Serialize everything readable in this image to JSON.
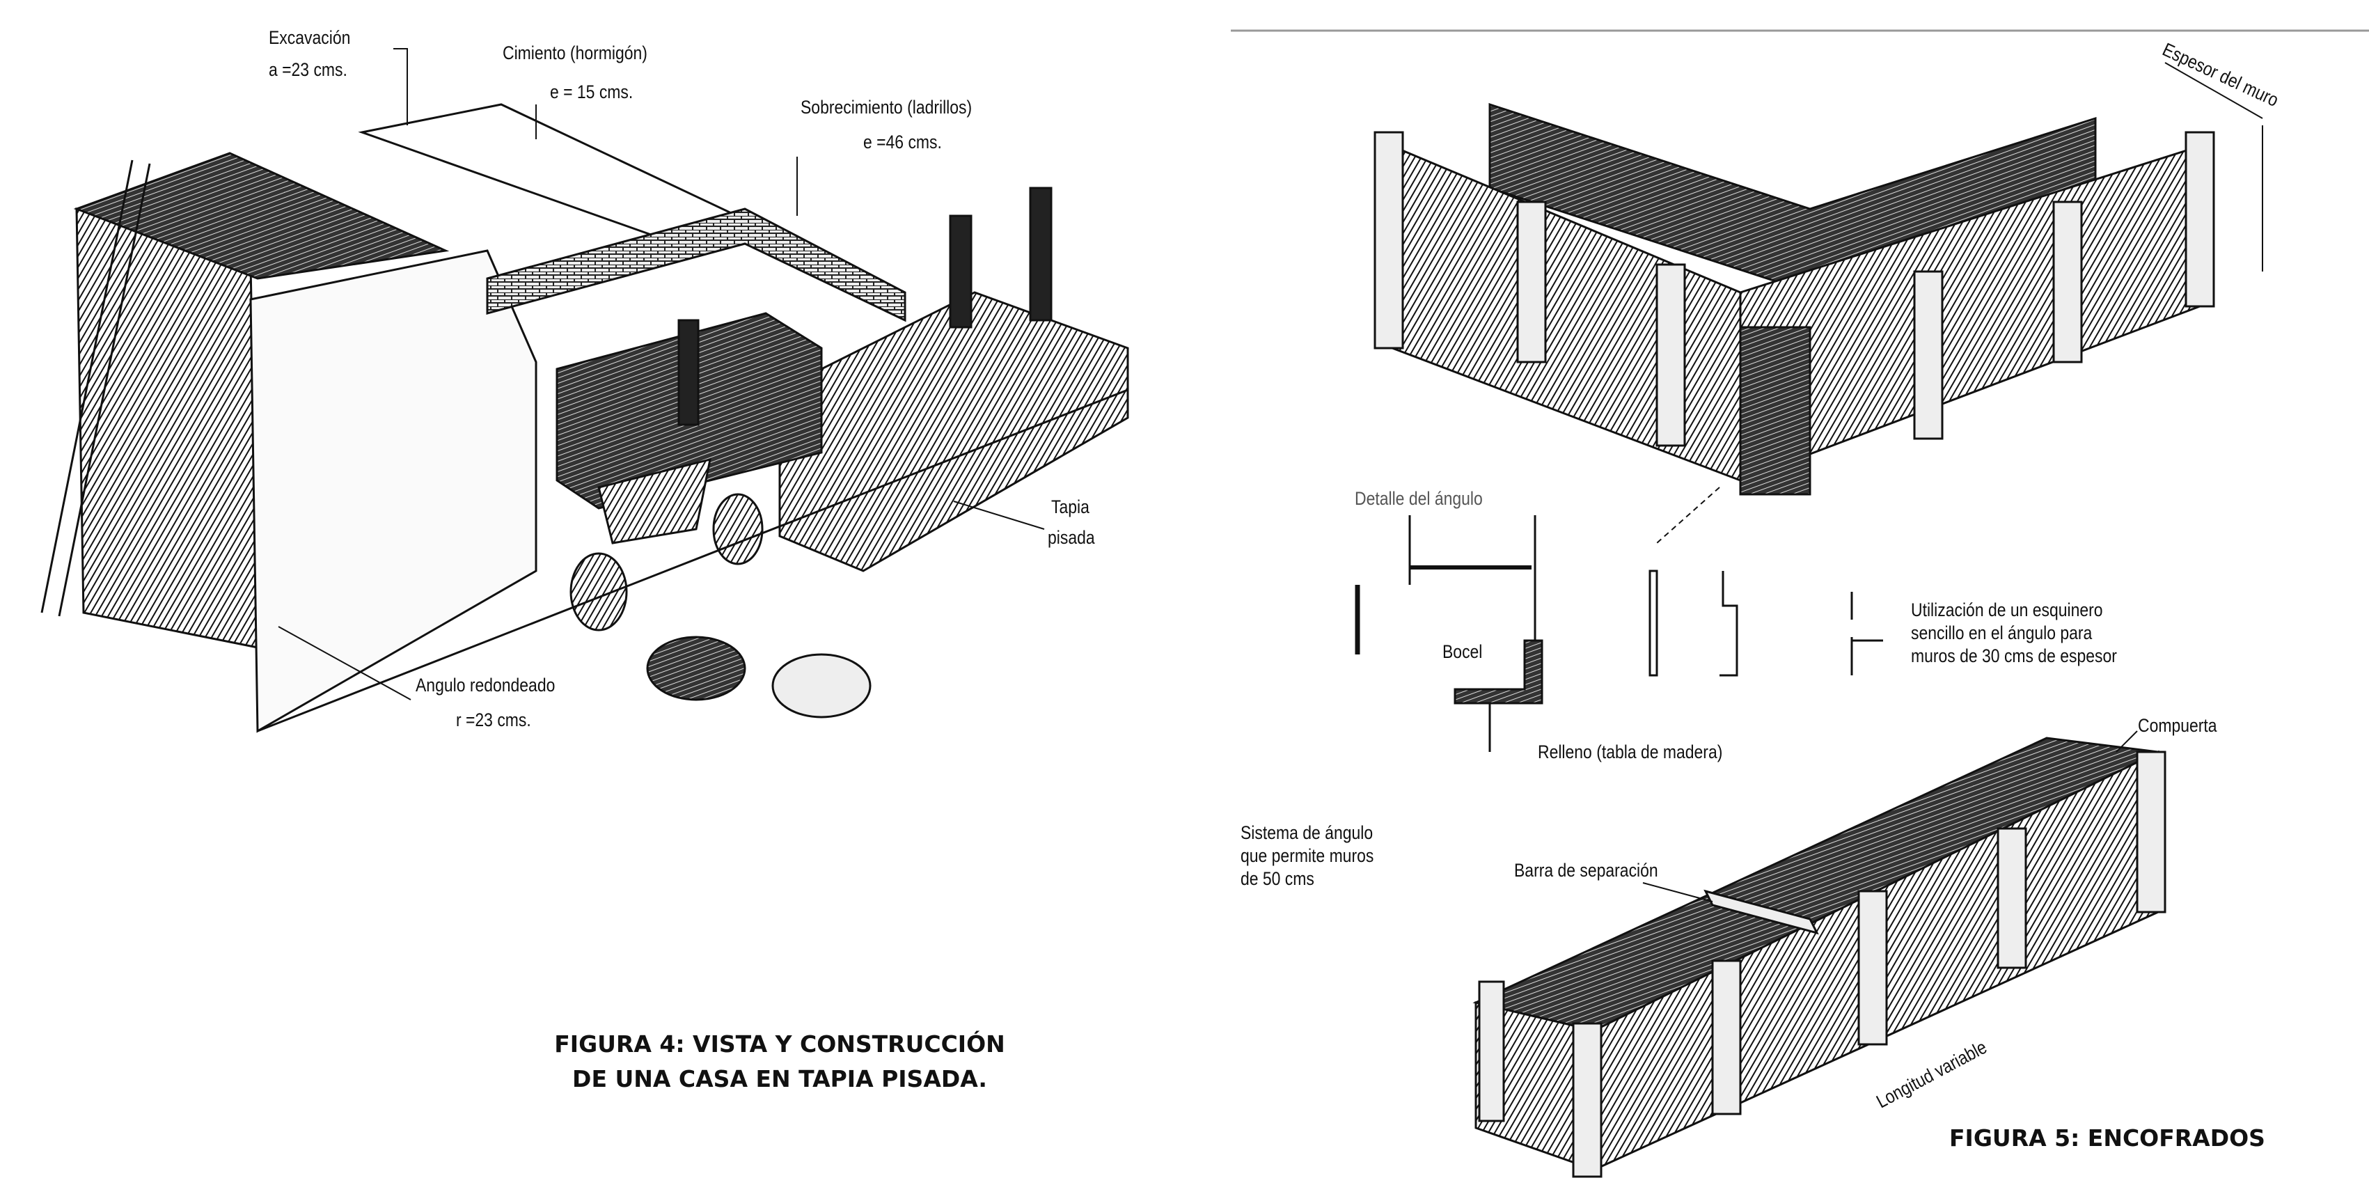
{
  "figure4": {
    "caption_line1": "FIGURA 4: VISTA Y CONSTRUCCIÓN",
    "caption_line2": "DE UNA CASA EN TAPIA PISADA.",
    "labels": {
      "excavacion": "Excavación",
      "excavacion_value": "a =23 cms.",
      "cimiento": "Cimiento (hormigón)",
      "cimiento_value": "e = 15 cms.",
      "sobrecimiento": "Sobrecimiento (ladrillos)",
      "sobrecimiento_value": "e =46 cms.",
      "tapia_1": "Tapia",
      "tapia_2": "pisada",
      "angulo": "Angulo redondeado",
      "angulo_value": "r =23 cms."
    }
  },
  "figure5": {
    "caption": "FIGURA 5: ENCOFRADOS",
    "labels": {
      "espesor": "Espesor del muro",
      "detalle": "Detalle del ángulo",
      "bocel": "Bocel",
      "relleno": "Relleno (tabla de madera)",
      "utilizacion_1": "Utilización de un esquinero",
      "utilizacion_2": "sencillo en el ángulo para",
      "utilizacion_3": "muros de 30 cms  de espesor",
      "sistema_1": "Sistema de ángulo",
      "sistema_2": "que permite muros",
      "sistema_3": "de 50 cms",
      "barra": "Barra de separación",
      "compuerta": "Compuerta",
      "longitud": "Longitud variable"
    }
  }
}
